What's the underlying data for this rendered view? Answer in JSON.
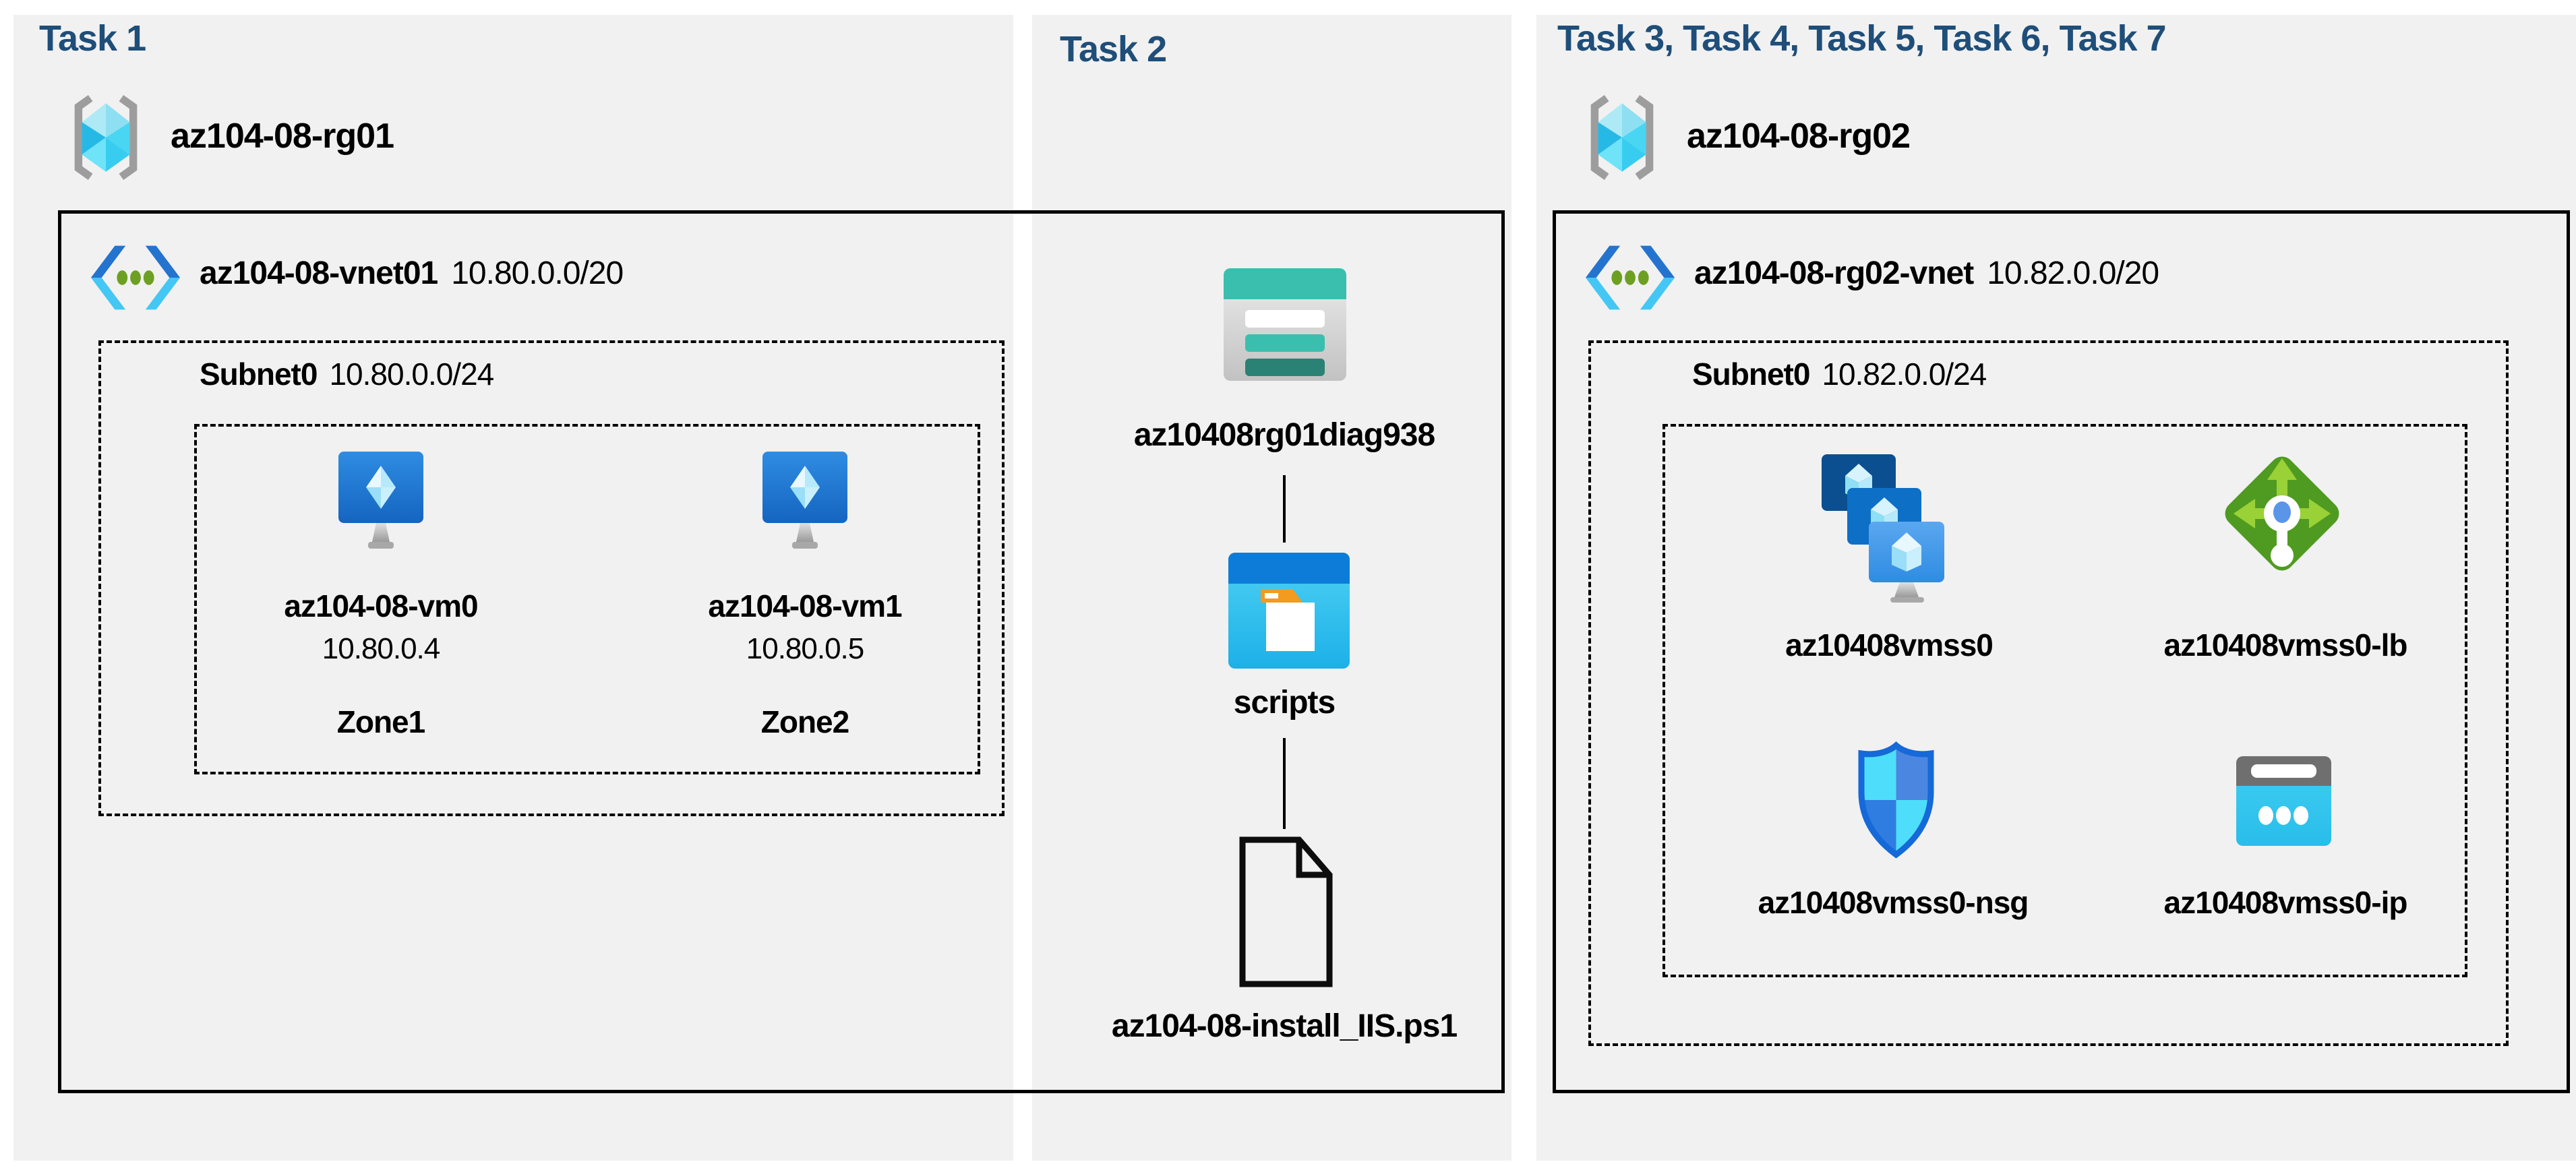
{
  "colors": {
    "header_text": "#1F4E79",
    "panel_background": "#F1F1F1",
    "border": "#000000",
    "vnet_blue": "#2473CF",
    "vnet_cyan": "#44C7F4",
    "vnet_green": "#6DA022",
    "vm_blue": "#2F8CE2",
    "storage_teal": "#3ABFAE",
    "storage_dark_teal": "#2A8274",
    "container_blue": "#0D7CD8",
    "container_cyan": "#2BBCEC",
    "folder_orange": "#F29B1F",
    "lb_green": "#4F9B21",
    "lb_light_green": "#9AD136",
    "nsg_blue": "#1569D8",
    "ip_cyan": "#38C9EF",
    "gray": "#9D9D9D"
  },
  "panels": {
    "task1": {
      "title": "Task 1",
      "resource_group": {
        "name": "az104-08-rg01",
        "icon": "resource-group-icon"
      },
      "vnet": {
        "name": "az104-08-vnet01",
        "cidr": "10.80.0.0/20",
        "icon": "virtual-network-icon"
      },
      "subnet": {
        "name": "Subnet0",
        "cidr": "10.80.0.0/24"
      },
      "vms": [
        {
          "name": "az104-08-vm0",
          "ip": "10.80.0.4",
          "zone": "Zone1",
          "icon": "virtual-machine-icon"
        },
        {
          "name": "az104-08-vm1",
          "ip": "10.80.0.5",
          "zone": "Zone2",
          "icon": "virtual-machine-icon"
        }
      ]
    },
    "task2": {
      "title": "Task 2",
      "storage_account": {
        "name": "az10408rg01diag938",
        "icon": "storage-account-icon"
      },
      "container": {
        "name": "scripts",
        "icon": "blob-container-icon"
      },
      "script_file": {
        "name": "az104-08-install_IIS.ps1",
        "icon": "file-icon"
      }
    },
    "task3": {
      "title": "Task 3, Task 4, Task 5, Task 6, Task 7",
      "resource_group": {
        "name": "az104-08-rg02",
        "icon": "resource-group-icon"
      },
      "vnet": {
        "name": "az104-08-rg02-vnet",
        "cidr": "10.82.0.0/20",
        "icon": "virtual-network-icon"
      },
      "subnet": {
        "name": "Subnet0",
        "cidr": "10.82.0.0/24"
      },
      "resources": [
        {
          "name": "az10408vmss0",
          "type": "vm-scale-set",
          "icon": "vmss-icon"
        },
        {
          "name": "az10408vmss0-lb",
          "type": "load-balancer",
          "icon": "load-balancer-icon"
        },
        {
          "name": "az10408vmss0-nsg",
          "type": "network-security-group",
          "icon": "nsg-icon"
        },
        {
          "name": "az10408vmss0-ip",
          "type": "public-ip",
          "icon": "public-ip-icon"
        }
      ]
    }
  }
}
